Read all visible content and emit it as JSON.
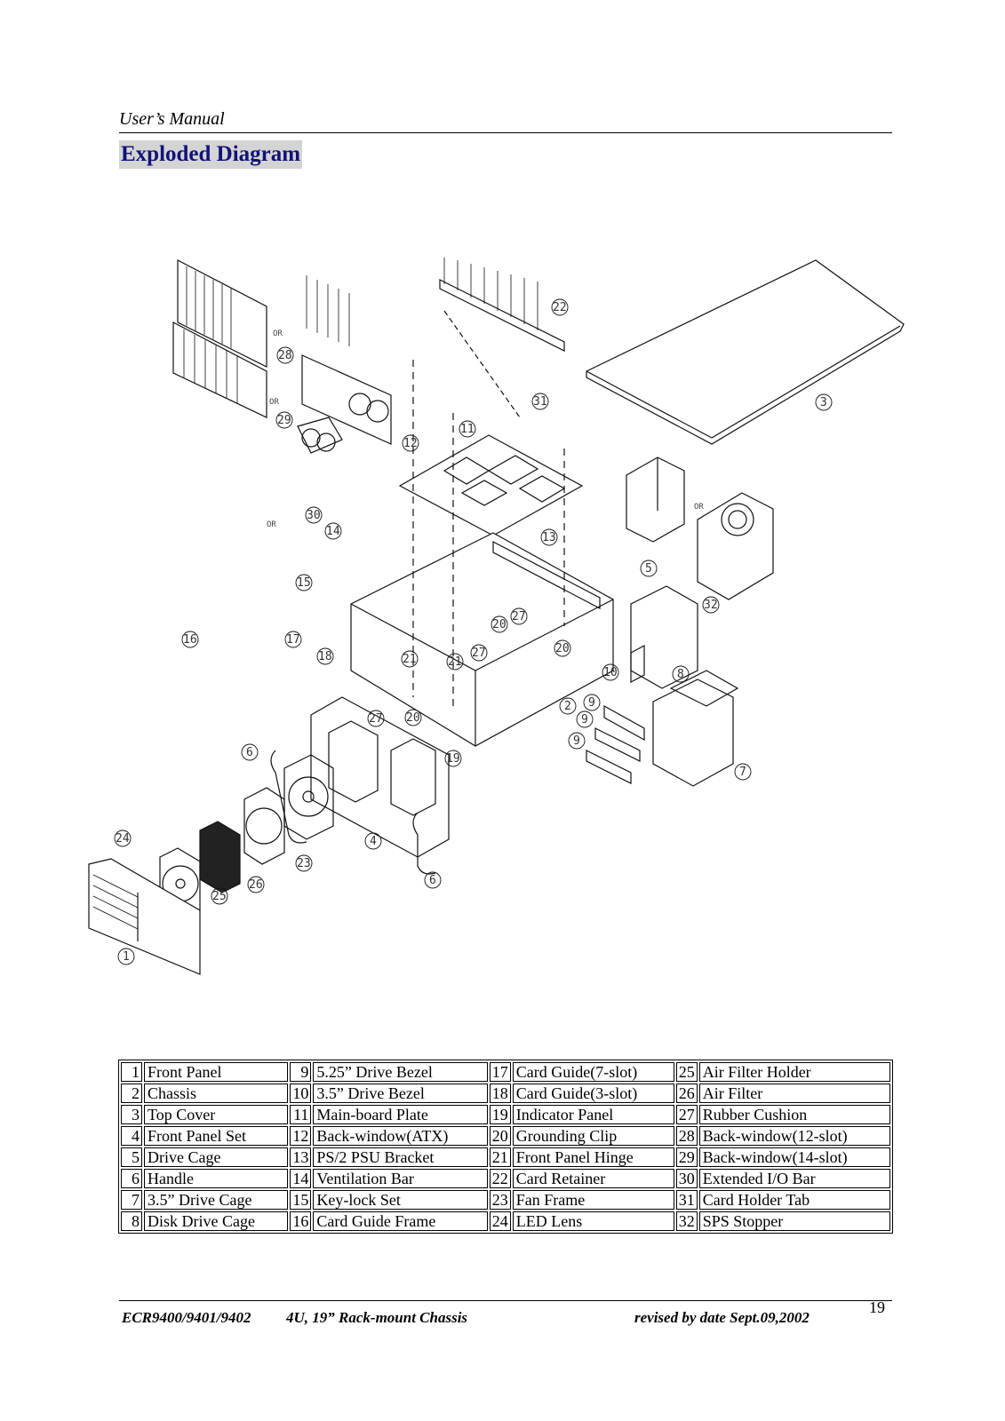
{
  "header": {
    "manual_label": "User’s Manual"
  },
  "section_title": "Exploded Diagram",
  "diagram": {
    "callouts": [
      "1",
      "2",
      "3",
      "4",
      "5",
      "6",
      "6",
      "7",
      "8",
      "9",
      "9",
      "9",
      "10",
      "11",
      "12",
      "13",
      "14",
      "15",
      "16",
      "17",
      "18",
      "19",
      "20",
      "20",
      "20",
      "21",
      "21",
      "22",
      "23",
      "24",
      "25",
      "26",
      "27",
      "27",
      "27",
      "28",
      "29",
      "30",
      "31",
      "32"
    ],
    "or_label": "OR"
  },
  "parts": [
    [
      {
        "num": "1",
        "name": "Front Panel"
      },
      {
        "num": "9",
        "name": "5.25” Drive Bezel"
      },
      {
        "num": "17",
        "name": "Card Guide(7-slot)"
      },
      {
        "num": "25",
        "name": "Air Filter Holder"
      }
    ],
    [
      {
        "num": "2",
        "name": "Chassis"
      },
      {
        "num": "10",
        "name": "3.5” Drive Bezel"
      },
      {
        "num": "18",
        "name": "Card Guide(3-slot)"
      },
      {
        "num": "26",
        "name": "Air Filter"
      }
    ],
    [
      {
        "num": "3",
        "name": "Top Cover"
      },
      {
        "num": "11",
        "name": "Main-board Plate"
      },
      {
        "num": "19",
        "name": "Indicator Panel"
      },
      {
        "num": "27",
        "name": "Rubber Cushion"
      }
    ],
    [
      {
        "num": "4",
        "name": "Front Panel Set"
      },
      {
        "num": "12",
        "name": "Back-window(ATX)"
      },
      {
        "num": "20",
        "name": "Grounding Clip"
      },
      {
        "num": "28",
        "name": "Back-window(12-slot)"
      }
    ],
    [
      {
        "num": "5",
        "name": "Drive Cage"
      },
      {
        "num": "13",
        "name": "PS/2 PSU Bracket"
      },
      {
        "num": "21",
        "name": "Front Panel Hinge"
      },
      {
        "num": "29",
        "name": "Back-window(14-slot)"
      }
    ],
    [
      {
        "num": "6",
        "name": "Handle"
      },
      {
        "num": "14",
        "name": "Ventilation Bar"
      },
      {
        "num": "22",
        "name": "Card Retainer"
      },
      {
        "num": "30",
        "name": "Extended I/O Bar"
      }
    ],
    [
      {
        "num": "7",
        "name": "3.5” Drive Cage"
      },
      {
        "num": "15",
        "name": "Key-lock Set"
      },
      {
        "num": "23",
        "name": "Fan Frame"
      },
      {
        "num": "31",
        "name": "Card Holder Tab"
      }
    ],
    [
      {
        "num": "8",
        "name": "Disk Drive Cage"
      },
      {
        "num": "16",
        "name": "Card Guide Frame"
      },
      {
        "num": "24",
        "name": "LED Lens"
      },
      {
        "num": "32",
        "name": "SPS Stopper"
      }
    ]
  ],
  "footer": {
    "model": "ECR9400/9401/9402",
    "product": "4U, 19” Rack-mount Chassis",
    "revision": "revised by date Sept.09,2002",
    "page_number": "19"
  }
}
